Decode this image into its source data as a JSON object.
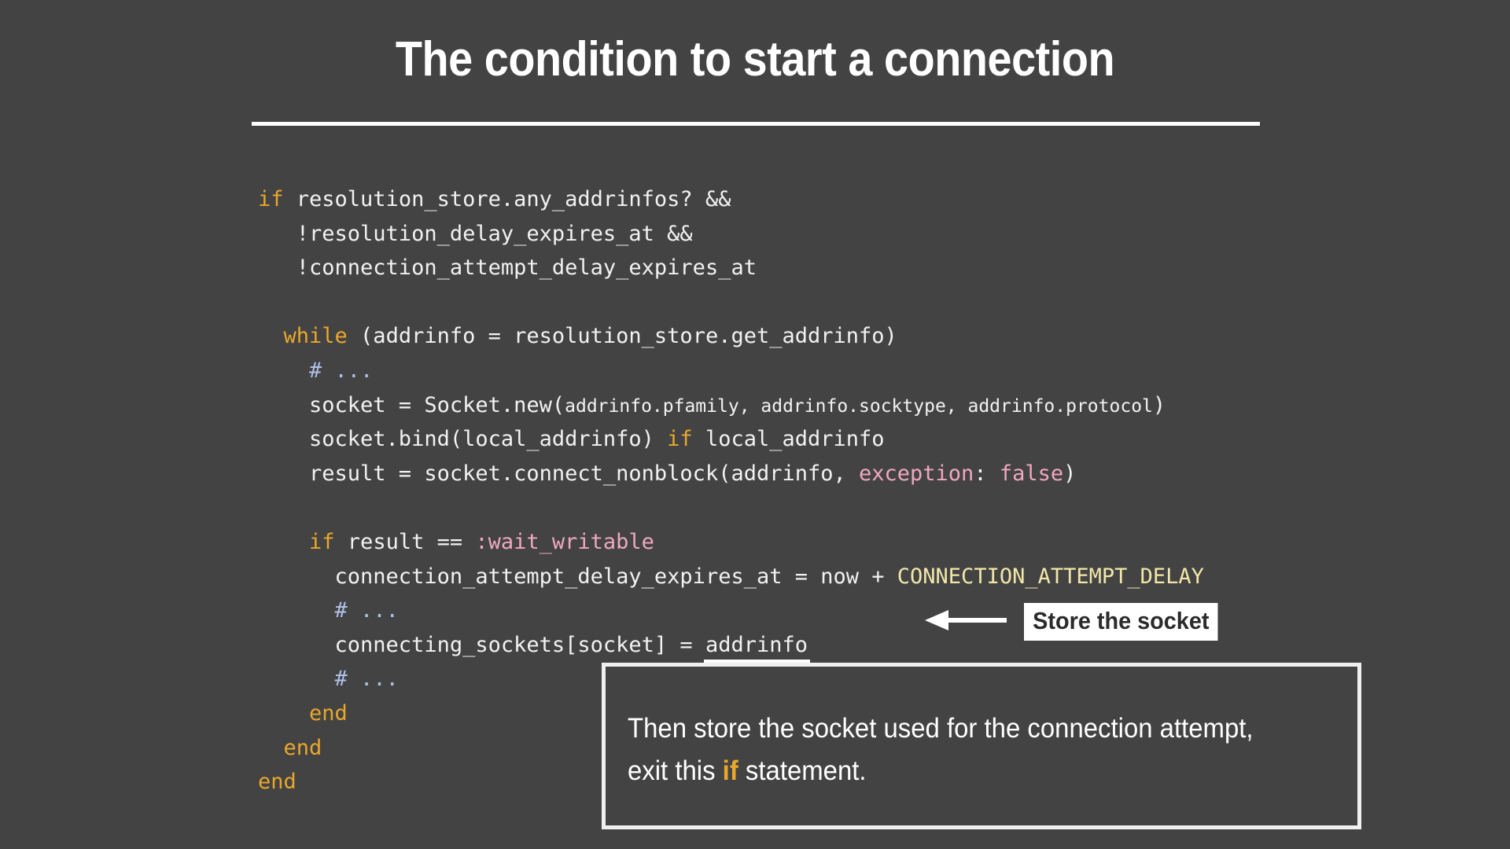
{
  "slide": {
    "background_color": "#434343",
    "title": "The condition to start a connection"
  },
  "colors": {
    "background": "#434343",
    "text": "#f2f2f2",
    "keyword": "#e9a72c",
    "comment": "#aec0e8",
    "symbol": "#f0a8bf",
    "constant": "#f2e7a8",
    "callout_bg": "#ffffff",
    "callout_text": "#2b2b2b",
    "rule": "#ffffff"
  },
  "code": {
    "language": "ruby",
    "lines": [
      {
        "indent": 0,
        "tokens": [
          {
            "t": "if",
            "c": "kw"
          },
          {
            "t": " resolution_store.any_addrinfos? &&",
            "c": "plain"
          }
        ]
      },
      {
        "indent": 0,
        "tokens": [
          {
            "t": "   !resolution_delay_expires_at &&",
            "c": "plain"
          }
        ]
      },
      {
        "indent": 0,
        "tokens": [
          {
            "t": "   !connection_attempt_delay_expires_at",
            "c": "plain"
          }
        ]
      },
      {
        "indent": 0,
        "tokens": [
          {
            "t": "",
            "c": "plain"
          }
        ]
      },
      {
        "indent": 0,
        "tokens": [
          {
            "t": "  ",
            "c": "plain"
          },
          {
            "t": "while",
            "c": "kw"
          },
          {
            "t": " (addrinfo = resolution_store.get_addrinfo)",
            "c": "plain"
          }
        ]
      },
      {
        "indent": 0,
        "tokens": [
          {
            "t": "    ",
            "c": "plain"
          },
          {
            "t": "# ...",
            "c": "cmt"
          }
        ]
      },
      {
        "indent": 0,
        "tokens": [
          {
            "t": "    socket = Socket.new(",
            "c": "plain"
          },
          {
            "t": "addrinfo.pfamily, addrinfo.socktype, addrinfo.protocol",
            "c": "sm"
          },
          {
            "t": ")",
            "c": "plain"
          }
        ]
      },
      {
        "indent": 0,
        "tokens": [
          {
            "t": "    socket.bind(local_addrinfo) ",
            "c": "plain"
          },
          {
            "t": "if",
            "c": "kw"
          },
          {
            "t": " local_addrinfo",
            "c": "plain"
          }
        ]
      },
      {
        "indent": 0,
        "tokens": [
          {
            "t": "    result = socket.connect_nonblock(addrinfo, ",
            "c": "plain"
          },
          {
            "t": "exception",
            "c": "sym"
          },
          {
            "t": ": ",
            "c": "plain"
          },
          {
            "t": "false",
            "c": "sym"
          },
          {
            "t": ")",
            "c": "plain"
          }
        ]
      },
      {
        "indent": 0,
        "tokens": [
          {
            "t": "",
            "c": "plain"
          }
        ]
      },
      {
        "indent": 0,
        "tokens": [
          {
            "t": "    ",
            "c": "plain"
          },
          {
            "t": "if",
            "c": "kw"
          },
          {
            "t": " result == ",
            "c": "plain"
          },
          {
            "t": ":wait_writable",
            "c": "sym"
          }
        ]
      },
      {
        "indent": 0,
        "tokens": [
          {
            "t": "      connection_attempt_delay_expires_at = now + ",
            "c": "plain"
          },
          {
            "t": "CONNECTION_ATTEMPT_DELAY",
            "c": "cst"
          }
        ]
      },
      {
        "indent": 0,
        "tokens": [
          {
            "t": "      ",
            "c": "plain"
          },
          {
            "t": "# ...",
            "c": "cmt"
          }
        ]
      },
      {
        "indent": 0,
        "tokens": [
          {
            "t": "      connecting_sockets[socket] = ",
            "c": "plain"
          },
          {
            "t": "addrinfo",
            "c": "underline"
          }
        ]
      },
      {
        "indent": 0,
        "tokens": [
          {
            "t": "      ",
            "c": "plain"
          },
          {
            "t": "# ...",
            "c": "cmt"
          }
        ]
      },
      {
        "indent": 0,
        "tokens": [
          {
            "t": "    ",
            "c": "plain"
          },
          {
            "t": "end",
            "c": "kw"
          }
        ]
      },
      {
        "indent": 0,
        "tokens": [
          {
            "t": "  ",
            "c": "plain"
          },
          {
            "t": "end",
            "c": "kw"
          }
        ]
      },
      {
        "indent": 0,
        "tokens": [
          {
            "t": "end",
            "c": "kw"
          }
        ]
      }
    ]
  },
  "annotations": {
    "arrow": {
      "direction": "left",
      "target": "addrinfo"
    },
    "store_label": "Store the socket",
    "note": {
      "line1": "Then store the socket used for the connection attempt,",
      "line2_before": "exit this ",
      "line2_keyword": "if",
      "line2_after": " statement."
    }
  }
}
